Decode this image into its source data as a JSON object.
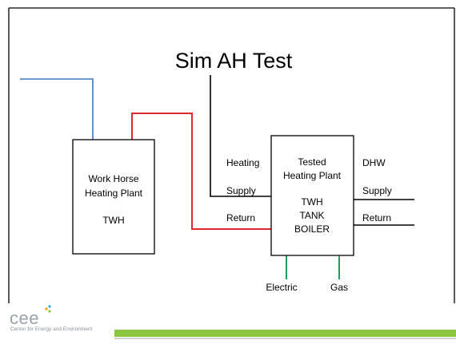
{
  "title": "Sim AH Test",
  "work_horse_box": {
    "line1": "Work Horse",
    "line2": "Heating Plant",
    "line3": "TWH"
  },
  "tested_box": {
    "line1": "Tested",
    "line2": "Heating Plant",
    "line3": "TWH",
    "line4": "TANK",
    "line5": "BOILER"
  },
  "labels": {
    "heating": "Heating",
    "heating_supply": "Supply",
    "heating_return": "Return",
    "dhw": "DHW",
    "dhw_supply": "Supply",
    "dhw_return": "Return",
    "electric": "Electric",
    "gas": "Gas"
  },
  "logo": {
    "name": "cee",
    "tagline": "Center for Energy and Environment"
  },
  "colors": {
    "blue_line": "#3c78c0",
    "red_line": "#e0262b",
    "green_line": "#1aa05a",
    "footer_bar": "#8dc63f",
    "logo_dots": [
      "#f7a823",
      "#2aa9e0",
      "#8dc63f"
    ]
  }
}
